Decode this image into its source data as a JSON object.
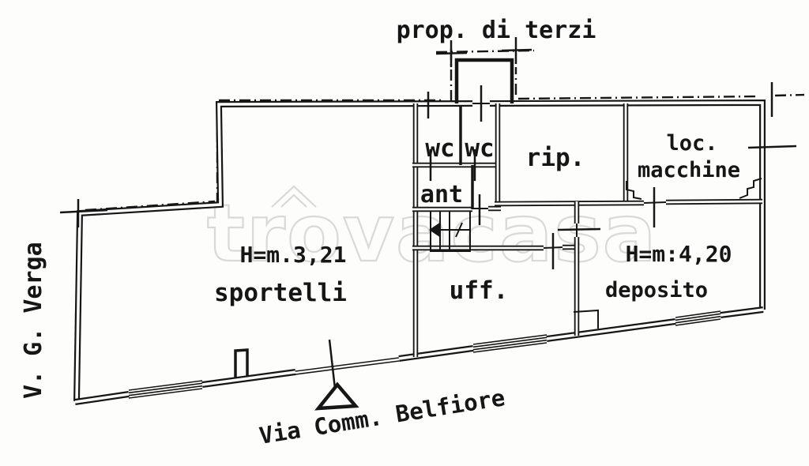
{
  "plan": {
    "top_note": "prop. di terzi",
    "rooms": {
      "wc_left": "wc",
      "wc_right": "wc",
      "rip": "rip.",
      "loc_line1": "loc.",
      "loc_line2": "macchine",
      "ant": "ant",
      "sportelli": "sportelli",
      "uff": "uff.",
      "deposito": "deposito"
    },
    "heights": {
      "sportelli": "H=m.3,21",
      "deposito": "H=m:4,20"
    },
    "streets": {
      "left": "V. G. Verga",
      "bottom": "Via Comm. Belfiore"
    }
  },
  "watermark": {
    "text": "trovacasa"
  },
  "colors": {
    "ink": "#161616",
    "background": "#fdfdfc",
    "watermark": "#d9d9d6"
  }
}
